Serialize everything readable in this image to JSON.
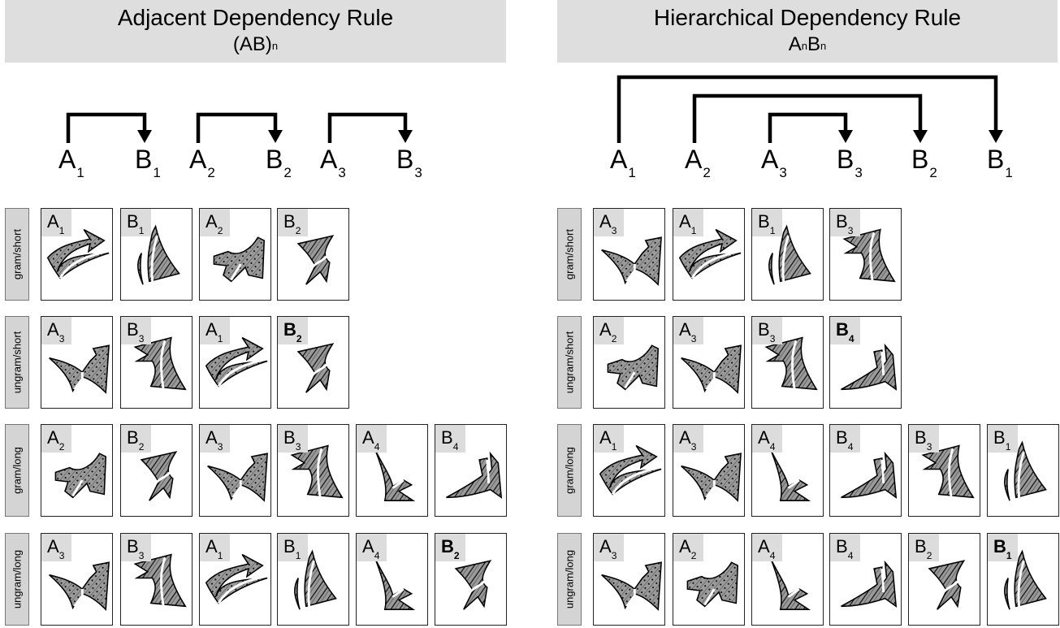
{
  "panels": [
    {
      "title": "Adjacent Dependency Rule",
      "formula_base": "(AB)",
      "formula_exp": "n",
      "formula_A": "",
      "formula_A_exp": "",
      "formula_B": "",
      "formula_B_exp": "",
      "tokens": [
        {
          "letter": "A",
          "sub": "1"
        },
        {
          "letter": "B",
          "sub": "1"
        },
        {
          "letter": "A",
          "sub": "2"
        },
        {
          "letter": "B",
          "sub": "2"
        },
        {
          "letter": "A",
          "sub": "3"
        },
        {
          "letter": "B",
          "sub": "3"
        }
      ],
      "dependencies": [
        [
          0,
          1
        ],
        [
          2,
          3
        ],
        [
          4,
          5
        ]
      ],
      "rows": [
        {
          "label": "gram/short",
          "cards": [
            {
              "letter": "A",
              "sub": "1",
              "bold": false,
              "shape": "A1"
            },
            {
              "letter": "B",
              "sub": "1",
              "bold": false,
              "shape": "B1"
            },
            {
              "letter": "A",
              "sub": "2",
              "bold": false,
              "shape": "A2"
            },
            {
              "letter": "B",
              "sub": "2",
              "bold": false,
              "shape": "B2"
            }
          ]
        },
        {
          "label": "ungram/short",
          "cards": [
            {
              "letter": "A",
              "sub": "3",
              "bold": false,
              "shape": "A3"
            },
            {
              "letter": "B",
              "sub": "3",
              "bold": false,
              "shape": "B3"
            },
            {
              "letter": "A",
              "sub": "1",
              "bold": false,
              "shape": "A1"
            },
            {
              "letter": "B",
              "sub": "2",
              "bold": true,
              "shape": "B2"
            }
          ]
        },
        {
          "label": "gram/long",
          "cards": [
            {
              "letter": "A",
              "sub": "2",
              "bold": false,
              "shape": "A2"
            },
            {
              "letter": "B",
              "sub": "2",
              "bold": false,
              "shape": "B2"
            },
            {
              "letter": "A",
              "sub": "3",
              "bold": false,
              "shape": "A3"
            },
            {
              "letter": "B",
              "sub": "3",
              "bold": false,
              "shape": "B3"
            },
            {
              "letter": "A",
              "sub": "4",
              "bold": false,
              "shape": "A4"
            },
            {
              "letter": "B",
              "sub": "4",
              "bold": false,
              "shape": "B4"
            }
          ]
        },
        {
          "label": "ungram/long",
          "cards": [
            {
              "letter": "A",
              "sub": "3",
              "bold": false,
              "shape": "A3"
            },
            {
              "letter": "B",
              "sub": "3",
              "bold": false,
              "shape": "B3"
            },
            {
              "letter": "A",
              "sub": "1",
              "bold": false,
              "shape": "A1"
            },
            {
              "letter": "B",
              "sub": "1",
              "bold": false,
              "shape": "B1"
            },
            {
              "letter": "A",
              "sub": "4",
              "bold": false,
              "shape": "A4"
            },
            {
              "letter": "B",
              "sub": "2",
              "bold": true,
              "shape": "B2"
            }
          ]
        }
      ]
    },
    {
      "title": "Hierarchical Dependency Rule",
      "formula_base": "",
      "formula_exp": "",
      "formula_A": "A",
      "formula_A_exp": "n",
      "formula_B": "B",
      "formula_B_exp": "n",
      "tokens": [
        {
          "letter": "A",
          "sub": "1"
        },
        {
          "letter": "A",
          "sub": "2"
        },
        {
          "letter": "A",
          "sub": "3"
        },
        {
          "letter": "B",
          "sub": "3"
        },
        {
          "letter": "B",
          "sub": "2"
        },
        {
          "letter": "B",
          "sub": "1"
        }
      ],
      "dependencies": [
        [
          0,
          5
        ],
        [
          1,
          4
        ],
        [
          2,
          3
        ]
      ],
      "rows": [
        {
          "label": "gram/short",
          "cards": [
            {
              "letter": "A",
              "sub": "3",
              "bold": false,
              "shape": "A3"
            },
            {
              "letter": "A",
              "sub": "1",
              "bold": false,
              "shape": "A1"
            },
            {
              "letter": "B",
              "sub": "1",
              "bold": false,
              "shape": "B1"
            },
            {
              "letter": "B",
              "sub": "3",
              "bold": false,
              "shape": "B3"
            }
          ]
        },
        {
          "label": "ungram/short",
          "cards": [
            {
              "letter": "A",
              "sub": "2",
              "bold": false,
              "shape": "A2"
            },
            {
              "letter": "A",
              "sub": "3",
              "bold": false,
              "shape": "A3"
            },
            {
              "letter": "B",
              "sub": "3",
              "bold": false,
              "shape": "B3"
            },
            {
              "letter": "B",
              "sub": "4",
              "bold": true,
              "shape": "B4"
            }
          ]
        },
        {
          "label": "gram/long",
          "cards": [
            {
              "letter": "A",
              "sub": "1",
              "bold": false,
              "shape": "A1"
            },
            {
              "letter": "A",
              "sub": "3",
              "bold": false,
              "shape": "A3"
            },
            {
              "letter": "A",
              "sub": "4",
              "bold": false,
              "shape": "A4"
            },
            {
              "letter": "B",
              "sub": "4",
              "bold": false,
              "shape": "B4"
            },
            {
              "letter": "B",
              "sub": "3",
              "bold": false,
              "shape": "B3"
            },
            {
              "letter": "B",
              "sub": "1",
              "bold": false,
              "shape": "B1"
            }
          ]
        },
        {
          "label": "ungram/long",
          "cards": [
            {
              "letter": "A",
              "sub": "3",
              "bold": false,
              "shape": "A3"
            },
            {
              "letter": "A",
              "sub": "2",
              "bold": false,
              "shape": "A2"
            },
            {
              "letter": "A",
              "sub": "4",
              "bold": false,
              "shape": "A4"
            },
            {
              "letter": "B",
              "sub": "4",
              "bold": false,
              "shape": "B4"
            },
            {
              "letter": "B",
              "sub": "2",
              "bold": false,
              "shape": "B2"
            },
            {
              "letter": "B",
              "sub": "1",
              "bold": true,
              "shape": "B1"
            }
          ]
        }
      ]
    }
  ],
  "colors": {
    "header_bg": "#dedede",
    "label_bg": "#dcdcdc",
    "shape_fill": "#9a9a9a",
    "stroke": "#000000"
  }
}
